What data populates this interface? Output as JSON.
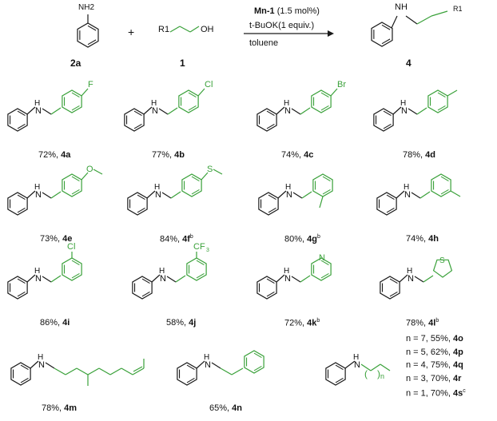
{
  "reaction": {
    "reactant_a": {
      "label": "2a",
      "substituent": "NH2"
    },
    "plus": "+",
    "reactant_b": {
      "label": "1",
      "r_group": "R1",
      "oh": "OH"
    },
    "catalyst": "Mn-1",
    "catalyst_loading": "(1.5 mol%)",
    "base": "t-BuOK(1 equiv.)",
    "solvent": "toluene",
    "product": {
      "label": "4",
      "nh": "NH",
      "r_group": "R1"
    }
  },
  "colors": {
    "substituent_green": "#3aa13a",
    "bond": "#1a1a1a"
  },
  "products": [
    {
      "yield": "72%,",
      "id": "4a",
      "note": "",
      "substituent": "F"
    },
    {
      "yield": "77%,",
      "id": "4b",
      "note": "",
      "substituent": "Cl"
    },
    {
      "yield": "74%,",
      "id": "4c",
      "note": "",
      "substituent": "Br"
    },
    {
      "yield": "78%,",
      "id": "4d",
      "note": "",
      "substituent": ""
    },
    {
      "yield": "73%,",
      "id": "4e",
      "note": "",
      "substituent": "O"
    },
    {
      "yield": "84%,",
      "id": "4f",
      "note": "b",
      "substituent": "S"
    },
    {
      "yield": "80%,",
      "id": "4g",
      "note": "b",
      "substituent": ""
    },
    {
      "yield": "74%,",
      "id": "4h",
      "note": "",
      "substituent": ""
    },
    {
      "yield": "86%,",
      "id": "4i",
      "note": "",
      "substituent": "Cl"
    },
    {
      "yield": "58%,",
      "id": "4j",
      "note": "",
      "substituent": "CF3"
    },
    {
      "yield": "72%,",
      "id": "4k",
      "note": "b",
      "substituent": "N"
    },
    {
      "yield": "78%,",
      "id": "4l",
      "note": "b",
      "substituent": "S"
    },
    {
      "yield": "78%,",
      "id": "4m",
      "note": "",
      "substituent": ""
    },
    {
      "yield": "65%,",
      "id": "4n",
      "note": "",
      "substituent": ""
    }
  ],
  "alkyl_series": {
    "structure_label": {
      "nh": "NH",
      "n": "n"
    },
    "entries": [
      {
        "text": "n = 7, 55%,",
        "id": "4o",
        "note": ""
      },
      {
        "text": "n = 5, 62%,",
        "id": "4p",
        "note": ""
      },
      {
        "text": "n = 4, 75%,",
        "id": "4q",
        "note": ""
      },
      {
        "text": "n = 3, 70%,",
        "id": "4r",
        "note": ""
      },
      {
        "text": "n = 1, 70%,",
        "id": "4s",
        "note": "c"
      }
    ]
  }
}
